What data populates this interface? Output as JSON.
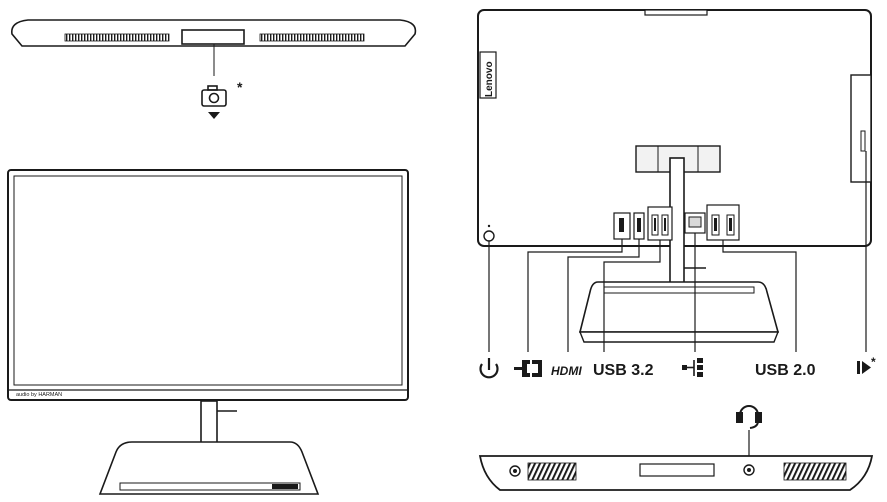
{
  "front_top": {
    "camera_icon": "camera-icon",
    "camera_asterisk": "*",
    "indicator_icon": "down-triangle-icon"
  },
  "front_view": {
    "brand_text": "audio by HARMAN"
  },
  "rear_view": {
    "logo_text": "Lenovo",
    "ports": {
      "power": "power-icon",
      "dc_in": "dc-power-connector-icon",
      "hdmi": "HDMI",
      "usb32": "USB 3.2",
      "ethernet": "ethernet-icon",
      "usb20": "USB 2.0",
      "card_reader": "card-reader-icon",
      "card_reader_asterisk": "*"
    }
  },
  "bottom_view": {
    "headset_icon": "headset-icon"
  },
  "colors": {
    "line": "#1a1a1a",
    "fill_light": "#f2f2f2",
    "fill_gray": "#d9d9d9"
  }
}
